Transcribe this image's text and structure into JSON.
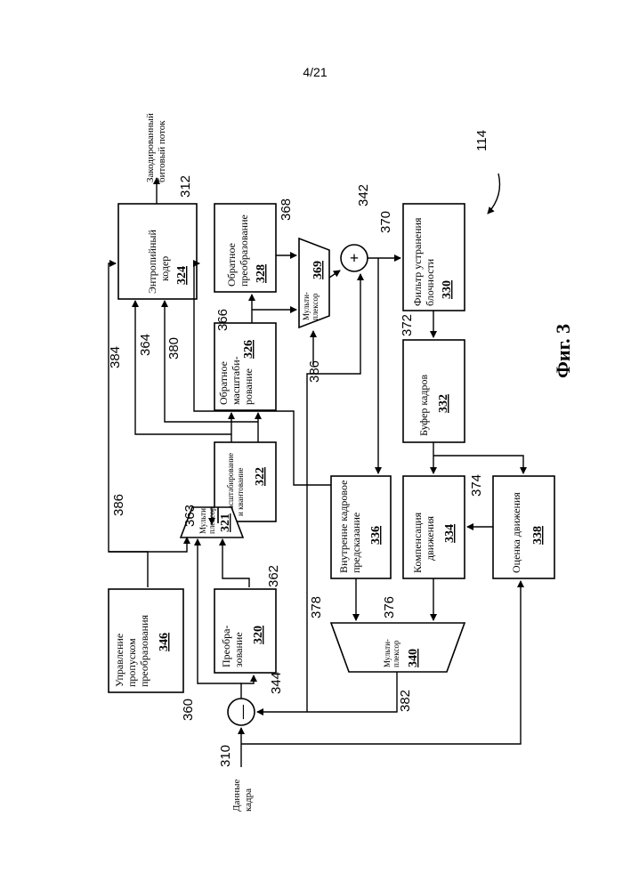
{
  "page_number": "4/21",
  "figure_label": "Фиг. 3",
  "diagram_ref": "114",
  "inputs": {
    "frame_data": [
      "Данные",
      "кадра"
    ],
    "encoded_stream": [
      "Закодированный",
      "битовый поток"
    ]
  },
  "blocks": {
    "entropy_coder": {
      "lines": [
        "Энтропийный",
        "кодер"
      ],
      "number": "324"
    },
    "inverse_transform": {
      "lines": [
        "Обратное",
        "преобразование"
      ],
      "number": "328"
    },
    "deblocking_filter": {
      "lines": [
        "Фильтр устранения",
        "блочности"
      ],
      "number": "330"
    },
    "inverse_scaling": {
      "lines": [
        "Обратное",
        "масштаби-",
        "рование"
      ],
      "number": "326"
    },
    "mux_369": {
      "lines": [
        "Мульти-",
        "плексор"
      ],
      "number": "369"
    },
    "frame_buffer": {
      "lines": [
        "Буфер кадров"
      ],
      "number": "332"
    },
    "scaling_quant": {
      "lines": [
        "Масштабирование",
        "и квантование"
      ],
      "number": "322"
    },
    "intra_prediction": {
      "lines": [
        "Внутренне кадровое",
        "предсказание"
      ],
      "number": "336"
    },
    "motion_compensation": {
      "lines": [
        "Компенсация",
        "движения"
      ],
      "number": "334"
    },
    "motion_estimation": {
      "lines": [
        "Оценка движения"
      ],
      "number": "338"
    },
    "transform_bypass_control": {
      "lines": [
        "Управление",
        "пропуском",
        "преобразования"
      ],
      "number": "346"
    },
    "mux_321": {
      "lines": [
        "Мульти",
        "плексор"
      ],
      "number": "321"
    },
    "transform": {
      "lines": [
        "Преобра-",
        "зование"
      ],
      "number": "320"
    },
    "mux_340": {
      "lines": [
        "Мульти-",
        "плексор"
      ],
      "number": "340"
    }
  },
  "operators": {
    "adder": "+",
    "subtractor": "—"
  },
  "signals": [
    "310",
    "312",
    "342",
    "344",
    "360",
    "362",
    "363",
    "364",
    "366",
    "368",
    "370",
    "372",
    "374",
    "376",
    "378",
    "380",
    "382",
    "384",
    "386",
    "386"
  ]
}
